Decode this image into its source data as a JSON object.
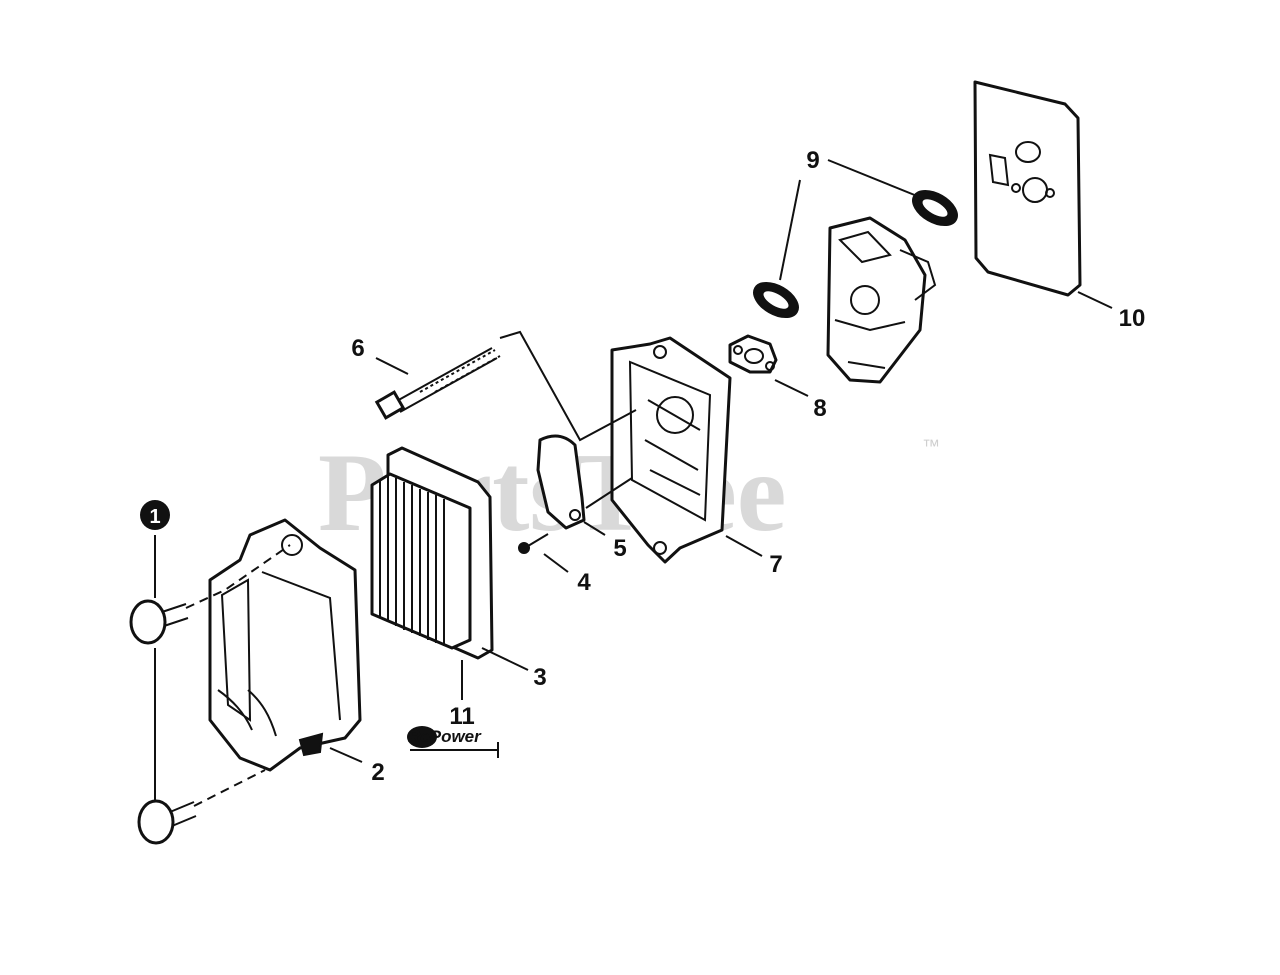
{
  "watermark": {
    "text": "PartsTree",
    "trademark": "™"
  },
  "callouts": {
    "c1": "1",
    "c2": "2",
    "c3": "3",
    "c4": "4",
    "c5": "5",
    "c6": "6",
    "c7": "7",
    "c8": "8",
    "c9": "9",
    "c10": "10",
    "c11": "11"
  },
  "badge": {
    "text": "RePower"
  }
}
